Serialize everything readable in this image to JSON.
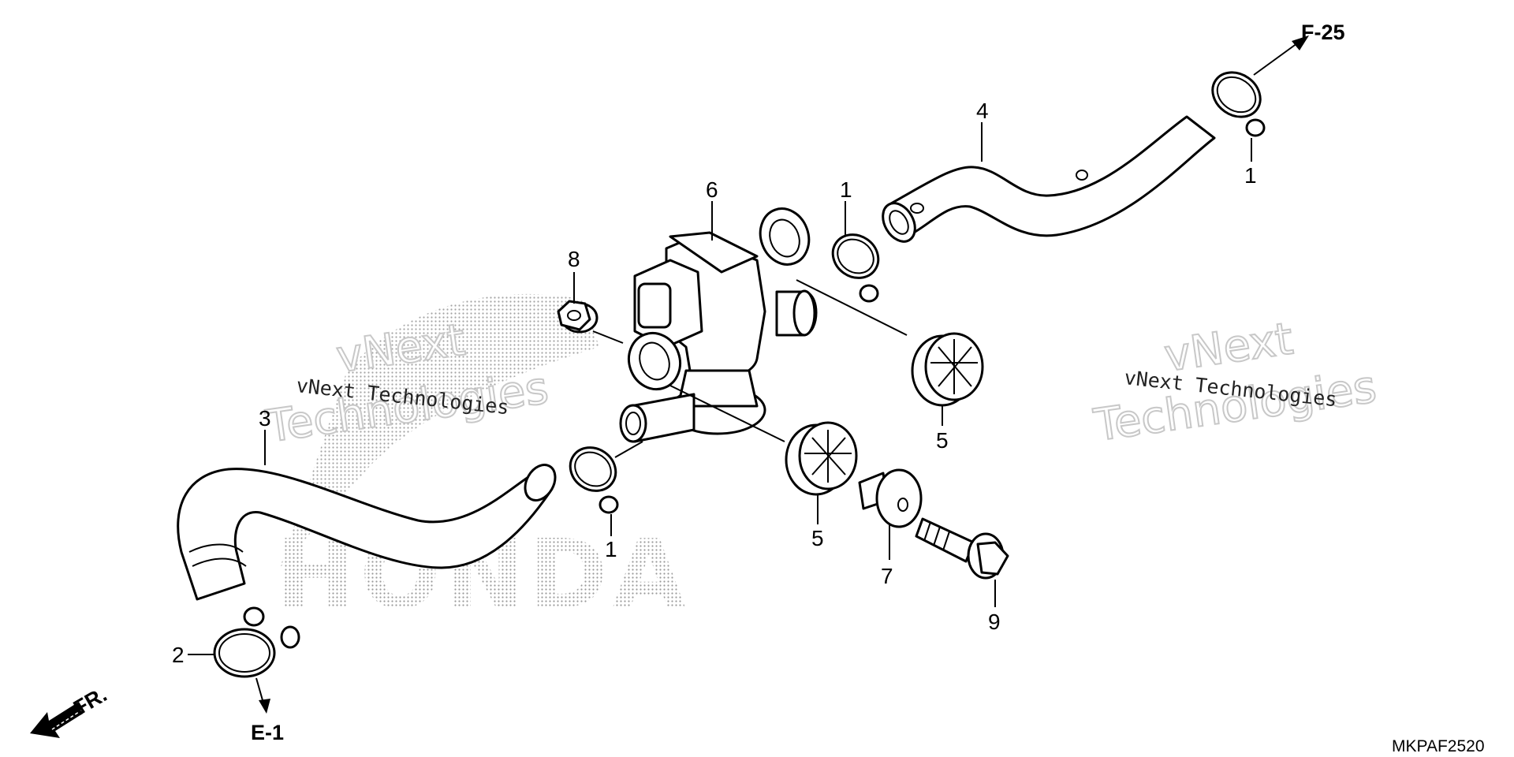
{
  "diagram": {
    "brand_watermark": "HONDA",
    "watermarks": [
      {
        "big_line1": "vNext",
        "big_line2": "Technologies",
        "small": "vNext Technologies"
      },
      {
        "big_line1": "vNext",
        "big_line2": "Technologies",
        "small": "vNext Technologies"
      }
    ],
    "callouts": [
      {
        "id": "c1a",
        "label": "1"
      },
      {
        "id": "c1b",
        "label": "1"
      },
      {
        "id": "c1c",
        "label": "1"
      },
      {
        "id": "c2",
        "label": "2"
      },
      {
        "id": "c3",
        "label": "3"
      },
      {
        "id": "c4",
        "label": "4"
      },
      {
        "id": "c5a",
        "label": "5"
      },
      {
        "id": "c5b",
        "label": "5"
      },
      {
        "id": "c6",
        "label": "6"
      },
      {
        "id": "c7",
        "label": "7"
      },
      {
        "id": "c8",
        "label": "8"
      },
      {
        "id": "c9",
        "label": "9"
      }
    ],
    "refs": {
      "top_right": "F-25",
      "bottom_left": "E-1",
      "front": "FR."
    },
    "drawing_code": "MKPAF2520",
    "icons": [
      "front-direction-arrow-icon",
      "reference-arrow-icon"
    ]
  }
}
